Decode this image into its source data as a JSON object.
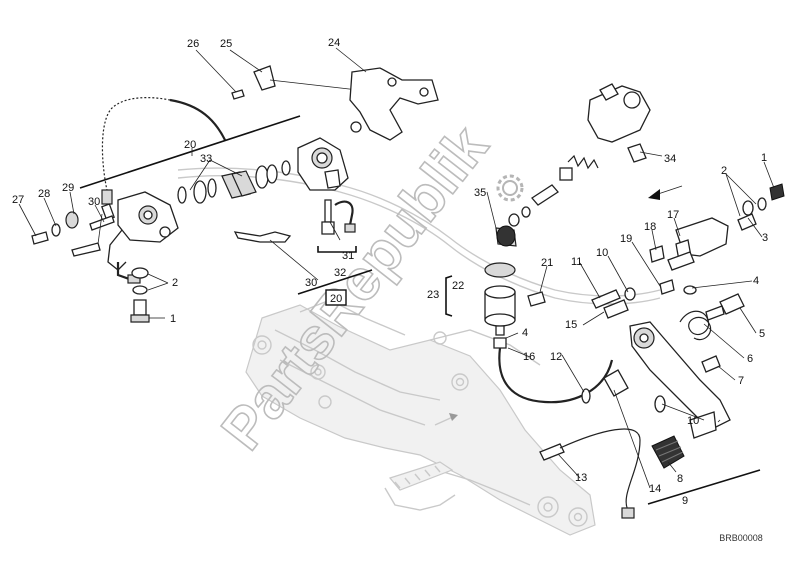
{
  "diagram": {
    "watermark": "PartsRepublik",
    "reference": "BRB00008",
    "part_labels": [
      "1",
      "2",
      "3",
      "4",
      "5",
      "6",
      "7",
      "8",
      "9",
      "10",
      "11",
      "12",
      "13",
      "14",
      "15",
      "16",
      "17",
      "18",
      "19",
      "20",
      "21",
      "22",
      "23",
      "24",
      "25",
      "26",
      "27",
      "28",
      "29",
      "30",
      "31",
      "32",
      "33",
      "34",
      "35"
    ],
    "boxed_label": "20"
  }
}
